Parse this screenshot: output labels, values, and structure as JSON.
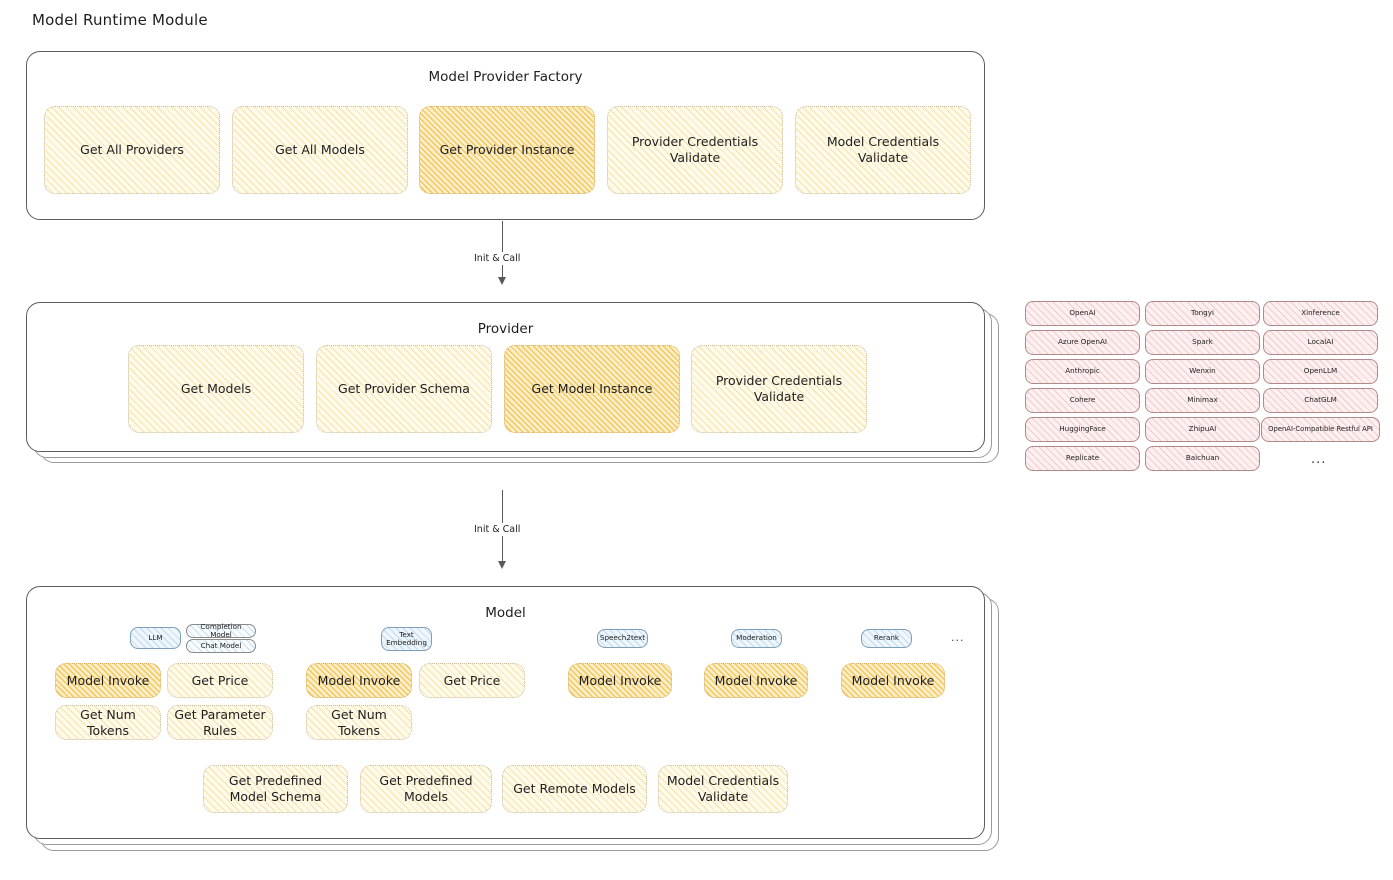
{
  "page": {
    "title": "Model Runtime Module"
  },
  "factory": {
    "title": "Model Provider Factory",
    "nodes": [
      {
        "label": "Get All Providers",
        "highlight": false
      },
      {
        "label": "Get All Models",
        "highlight": false
      },
      {
        "label": "Get Provider Instance",
        "highlight": true
      },
      {
        "label": "Provider Credentials Validate",
        "highlight": false
      },
      {
        "label": "Model Credentials Validate",
        "highlight": false
      }
    ]
  },
  "arrows": [
    {
      "label": "Init & Call"
    },
    {
      "label": "Init & Call"
    }
  ],
  "provider": {
    "title": "Provider",
    "nodes": [
      {
        "label": "Get Models",
        "highlight": false
      },
      {
        "label": "Get Provider Schema",
        "highlight": false
      },
      {
        "label": "Get Model Instance",
        "highlight": true
      },
      {
        "label": "Provider Credentials Validate",
        "highlight": false
      }
    ]
  },
  "provider_list": {
    "ellipsis": "...",
    "columns": [
      [
        "OpenAI",
        "Azure OpenAI",
        "Anthropic",
        "Cohere",
        "HuggingFace",
        "Replicate"
      ],
      [
        "Tongyi",
        "Spark",
        "Wenxin",
        "Minimax",
        "ZhipuAI",
        "Baichuan"
      ],
      [
        "Xinference",
        "LocalAI",
        "OpenLLM",
        "ChatGLM",
        "OpenAI-Compatible Restful API"
      ]
    ]
  },
  "model": {
    "title": "Model",
    "ellipsis": "...",
    "groups": [
      {
        "badge": "LLM",
        "sub_badges": [
          "Completion Model",
          "Chat Model"
        ],
        "nodes": [
          {
            "label": "Model Invoke",
            "highlight": true
          },
          {
            "label": "Get Price",
            "highlight": false
          },
          {
            "label": "Get Num Tokens",
            "highlight": false
          },
          {
            "label": "Get Parameter Rules",
            "highlight": false
          }
        ]
      },
      {
        "badge": "Text Embedding",
        "sub_badges": [],
        "nodes": [
          {
            "label": "Model Invoke",
            "highlight": true
          },
          {
            "label": "Get Price",
            "highlight": false
          },
          {
            "label": "Get Num Tokens",
            "highlight": false
          }
        ]
      },
      {
        "badge": "Speech2text",
        "sub_badges": [],
        "nodes": [
          {
            "label": "Model Invoke",
            "highlight": true
          }
        ]
      },
      {
        "badge": "Moderation",
        "sub_badges": [],
        "nodes": [
          {
            "label": "Model Invoke",
            "highlight": true
          }
        ]
      },
      {
        "badge": "Rerank",
        "sub_badges": [],
        "nodes": [
          {
            "label": "Model Invoke",
            "highlight": true
          }
        ]
      }
    ],
    "common_nodes": [
      {
        "label": "Get Predefined Model Schema"
      },
      {
        "label": "Get Predefined Models"
      },
      {
        "label": "Get Remote Models"
      },
      {
        "label": "Model Credentials Validate"
      }
    ]
  },
  "colors": {
    "fill_light": "#fefbed",
    "fill_strong": "#fceec6",
    "fill_pink": "#fdf0f0",
    "fill_blue": "#eef6fb",
    "stroke": "#5c5c5c",
    "text": "#1e1e1e"
  }
}
